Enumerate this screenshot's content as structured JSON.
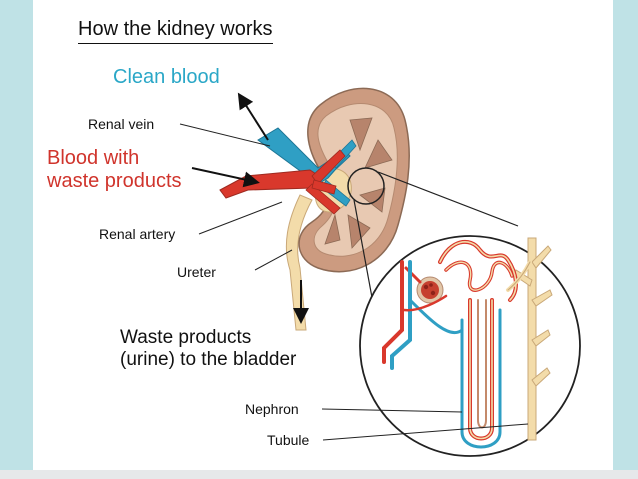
{
  "title": "How the kidney works",
  "labels": {
    "clean_blood": "Clean blood",
    "renal_vein": "Renal vein",
    "blood_with": "Blood with",
    "waste_products": "waste products",
    "renal_artery": "Renal artery",
    "ureter": "Ureter",
    "waste_to_bladder_1": "Waste products",
    "waste_to_bladder_2": "(urine) to the bladder",
    "nephron": "Nephron",
    "tubule": "Tubule"
  },
  "colors": {
    "artery": "#d9382c",
    "vein": "#2f9fc4",
    "kidney_outer": "#c99a80",
    "kidney_cortex": "#e6c7b0",
    "ureter": "#f3dcaa",
    "clean_text": "#2aa7c7",
    "waste_text": "#d0342c",
    "background": "#bfe2e6"
  }
}
